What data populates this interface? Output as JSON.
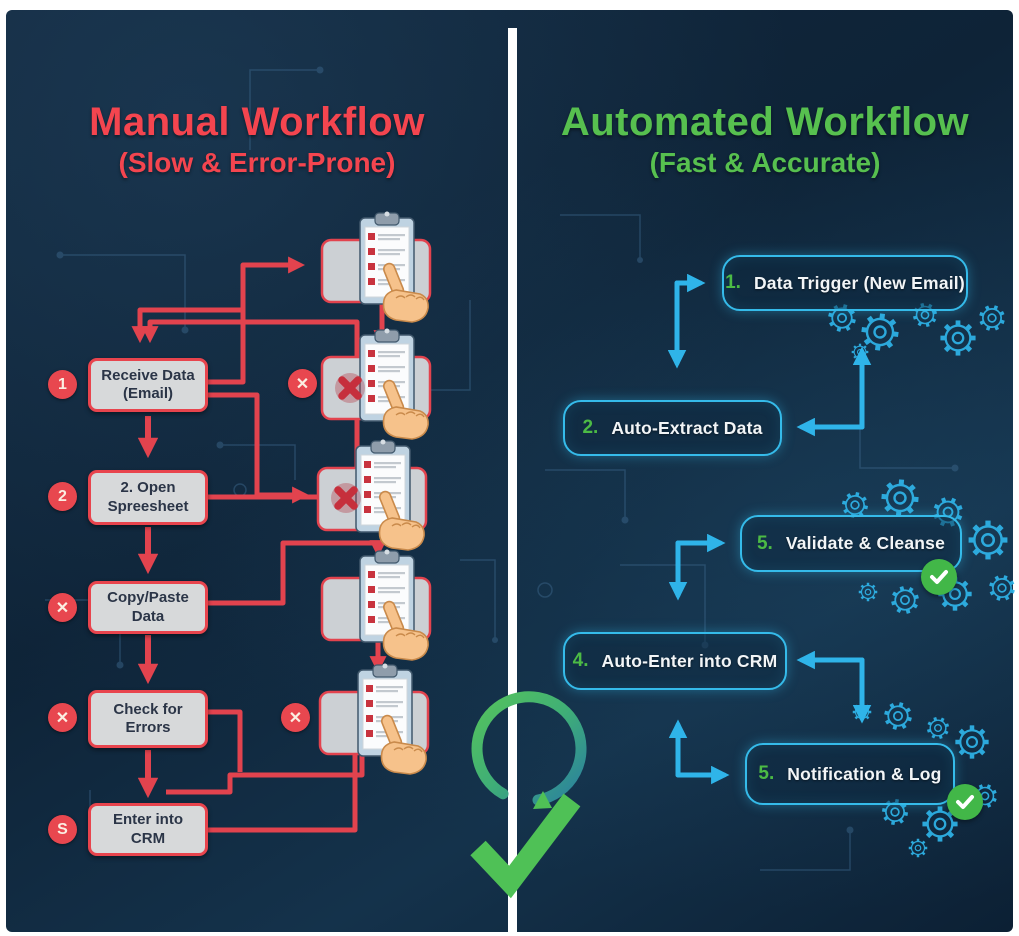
{
  "left": {
    "title": "Manual Workflow",
    "subtitle": "(Slow & Error-Prone)",
    "title_color": "#f4454f",
    "steps": [
      {
        "badge": "1",
        "label": "Receive Data (Email)"
      },
      {
        "badge": "2",
        "label": "2. Open Spreesheet"
      },
      {
        "badge": "✕",
        "label": "Copy/Paste Data"
      },
      {
        "badge": "✕",
        "label": "Check for Errors"
      },
      {
        "badge": "S",
        "label": "Enter into CRM"
      }
    ]
  },
  "right": {
    "title": "Automated Workflow",
    "subtitle": "(Fast & Accurate)",
    "title_color": "#57c04f",
    "steps": [
      {
        "number": "1.",
        "label": "Data Trigger (New Email)",
        "check": false
      },
      {
        "number": "2.",
        "label": "Auto-Extract Data",
        "check": false
      },
      {
        "number": "5.",
        "label": "Validate & Cleanse",
        "check": true
      },
      {
        "number": "4.",
        "label": "Auto-Enter into CRM",
        "check": false
      },
      {
        "number": "5.",
        "label": "Notification & Log",
        "check": true
      }
    ]
  },
  "icons": {
    "error_badge": "✕",
    "success_check": "✓",
    "gear": "outline-gear",
    "clipboard": "clipboard-with-hand",
    "center_emblem": "circular-arrow-check"
  },
  "colors": {
    "background": "#102a40",
    "manual_accent": "#e2434e",
    "auto_accent": "#2fb4e9",
    "success_green": "#42b748",
    "box_fill": "#d7d9da",
    "divider": "#ffffff"
  }
}
